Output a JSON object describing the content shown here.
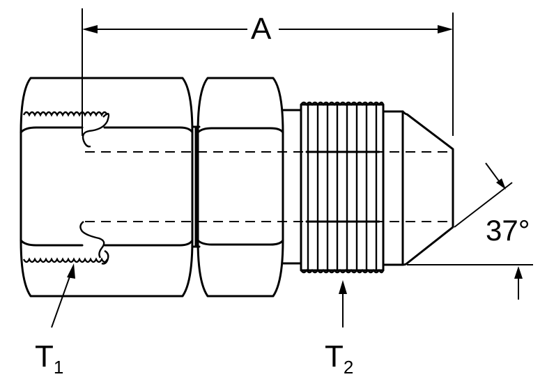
{
  "labels": {
    "dimension_a": "A",
    "angle": "37°",
    "t1_main": "T",
    "t1_sub": "1",
    "t2_main": "T",
    "t2_sub": "2"
  }
}
